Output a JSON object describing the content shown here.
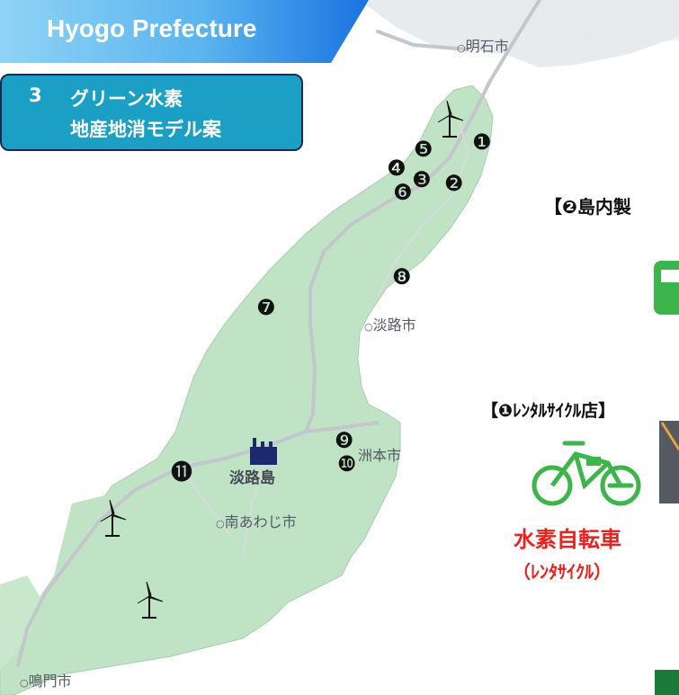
{
  "header": {
    "title": "Hyogo Prefecture",
    "colors": {
      "banner_light": "#8fd3f4",
      "banner_dark": "#1a73e0"
    }
  },
  "model": {
    "number": "3",
    "line1": "グリーン水素",
    "line2": "地産地消モデル案",
    "colors": {
      "fill": "#1b9fc5",
      "border": "#1a2a55"
    }
  },
  "map": {
    "colors": {
      "land": "#bfe3c4",
      "sea": "#ffffff",
      "road": "#c8cbd0"
    },
    "cities": [
      {
        "name": "明石市"
      },
      {
        "name": "淡路市"
      },
      {
        "name": "洲本市"
      },
      {
        "name": "南あわじ市"
      },
      {
        "name": "鳴門市"
      }
    ],
    "island_label": "淡路島",
    "markers": [
      {
        "label": "❶"
      },
      {
        "label": "❷"
      },
      {
        "label": "❸"
      },
      {
        "label": "❹"
      },
      {
        "label": "❺"
      },
      {
        "label": "❻"
      },
      {
        "label": "❼"
      },
      {
        "label": "❽"
      },
      {
        "label": "❾"
      },
      {
        "label": "❿"
      },
      {
        "label": "⓫"
      }
    ],
    "icons": [
      "wind-turbine-icon",
      "factory-icon"
    ]
  },
  "right": {
    "section2_title": "【❷島内製",
    "section1_title": "【❶ﾚﾝﾀﾙｻｲｸﾙ店】",
    "bike_label": "水素自転車",
    "bike_sub": "（ﾚﾝﾀｻｲｸﾙ）",
    "colors": {
      "bike": "#3cb54a",
      "label_red": "#e8231f"
    }
  }
}
